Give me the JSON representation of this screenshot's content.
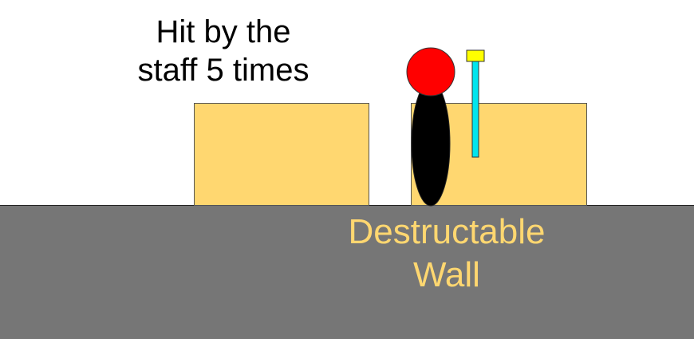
{
  "caption": {
    "line1": "Hit by the",
    "line2": "staff 5 times"
  },
  "wall_label": {
    "line1": "Destructable",
    "line2": "Wall"
  },
  "colors": {
    "ground": "#767676",
    "block": "#ffd770",
    "label": "#ffd770",
    "head": "#ff0000",
    "body": "#000000",
    "staff_shaft": "#00e5ee",
    "staff_head": "#ffff00"
  },
  "objects": {
    "player": "stick-figure-character",
    "weapon": "staff",
    "target": "destructable-wall"
  }
}
